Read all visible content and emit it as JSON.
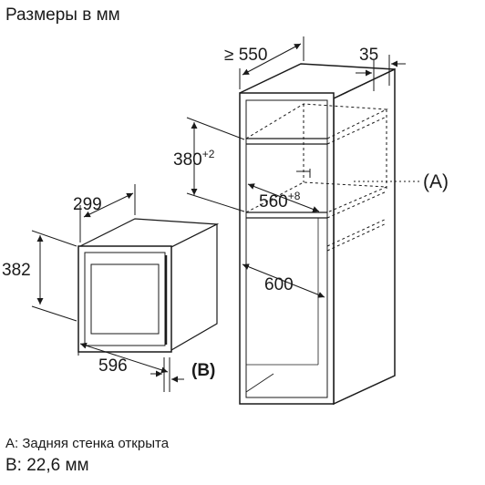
{
  "title": "Размеры в мм",
  "dimensions": {
    "cabinet_depth": "≥ 550",
    "rear_gap": "35",
    "niche_height": "380",
    "niche_height_tol": "+2",
    "niche_width": "560",
    "niche_width_tol": "+8",
    "cabinet_width": "600",
    "appliance_depth": "299",
    "appliance_height": "382",
    "appliance_width": "596",
    "label_b": "(B)",
    "label_a": "(A)"
  },
  "legend": {
    "a": "A: Задняя стенка открыта",
    "b": "B: 22,6 мм"
  },
  "colors": {
    "ink": "#1a1a1a",
    "fill": "#ffffff"
  }
}
